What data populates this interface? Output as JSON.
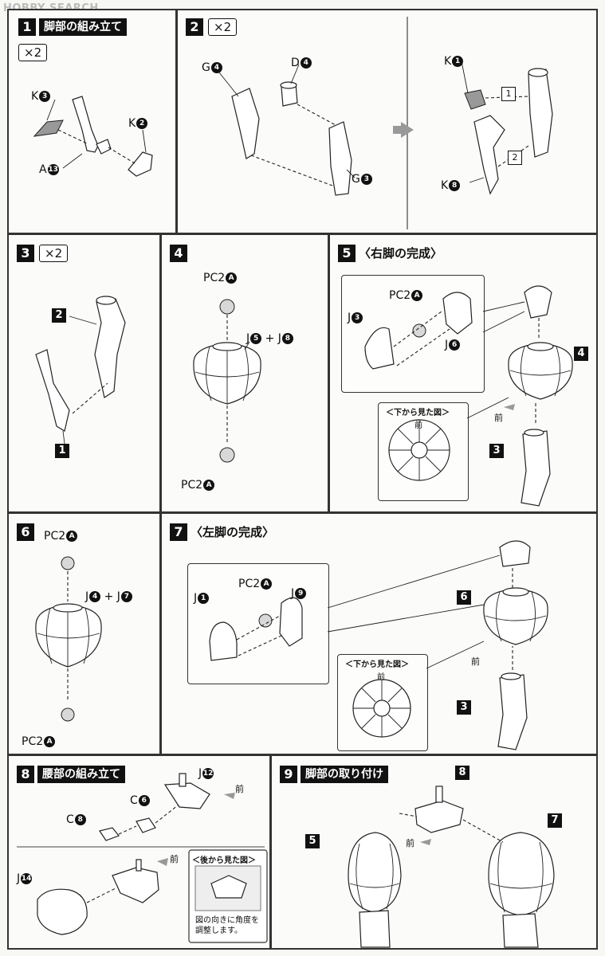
{
  "watermark": "HOBBY SEARCH",
  "steps": {
    "s1": {
      "num": "1",
      "title": "脚部の組み立て",
      "mult": "×2",
      "labels": {
        "k3": "K",
        "k3n": "3",
        "a13": "A",
        "a13n": "13",
        "k2": "K",
        "k2n": "2"
      }
    },
    "s2": {
      "num": "2",
      "mult": "×2",
      "labels": {
        "g4": "G",
        "g4n": "4",
        "d4": "D",
        "d4n": "4",
        "g3": "G",
        "g3n": "3",
        "k1": "K",
        "k1n": "1",
        "k8": "K",
        "k8n": "8",
        "b1": "1",
        "b2": "2"
      }
    },
    "s3": {
      "num": "3",
      "mult": "×2",
      "labels": {
        "p2": "2",
        "p1": "1"
      }
    },
    "s4": {
      "num": "4",
      "labels": {
        "pc_top": "PC2",
        "pc_top_n": "A",
        "j": "J",
        "j5": "5",
        "plus": "+",
        "j2": "J",
        "j8": "8",
        "pc_bot": "PC2",
        "pc_bot_n": "A"
      }
    },
    "s5": {
      "num": "5",
      "title": "〈右脚の完成〉",
      "labels": {
        "pc": "PC2",
        "pcn": "A",
        "j3": "J",
        "j3n": "3",
        "j6": "J",
        "j6n": "6",
        "p4": "4",
        "p3": "3",
        "bottom_view": "＜下から見た図＞",
        "front": "前",
        "front2": "前"
      }
    },
    "s6": {
      "num": "6",
      "labels": {
        "pc_top": "PC2",
        "pc_top_n": "A",
        "j": "J",
        "j4": "4",
        "plus": "+",
        "j2": "J",
        "j7": "7",
        "pc_bot": "PC2",
        "pc_bot_n": "A"
      }
    },
    "s7": {
      "num": "7",
      "title": "〈左脚の完成〉",
      "labels": {
        "pc": "PC2",
        "pcn": "A",
        "j1": "J",
        "j1n": "1",
        "j9": "J",
        "j9n": "9",
        "p6": "6",
        "p3": "3",
        "bottom_view": "＜下から見た図＞",
        "front": "前",
        "front2": "前"
      }
    },
    "s8": {
      "num": "8",
      "title": "腰部の組み立て",
      "labels": {
        "j12": "J",
        "j12n": "12",
        "c6": "C",
        "c6n": "6",
        "c8": "C",
        "c8n": "8",
        "j14": "J",
        "j14n": "14",
        "front": "前",
        "front2": "前",
        "back_view": "＜後から見た図＞",
        "note": "図の向きに角度を調整します。"
      }
    },
    "s9": {
      "num": "9",
      "title": "脚部の取り付け",
      "labels": {
        "p8": "8",
        "p5": "5",
        "p7": "7",
        "front": "前"
      }
    }
  }
}
